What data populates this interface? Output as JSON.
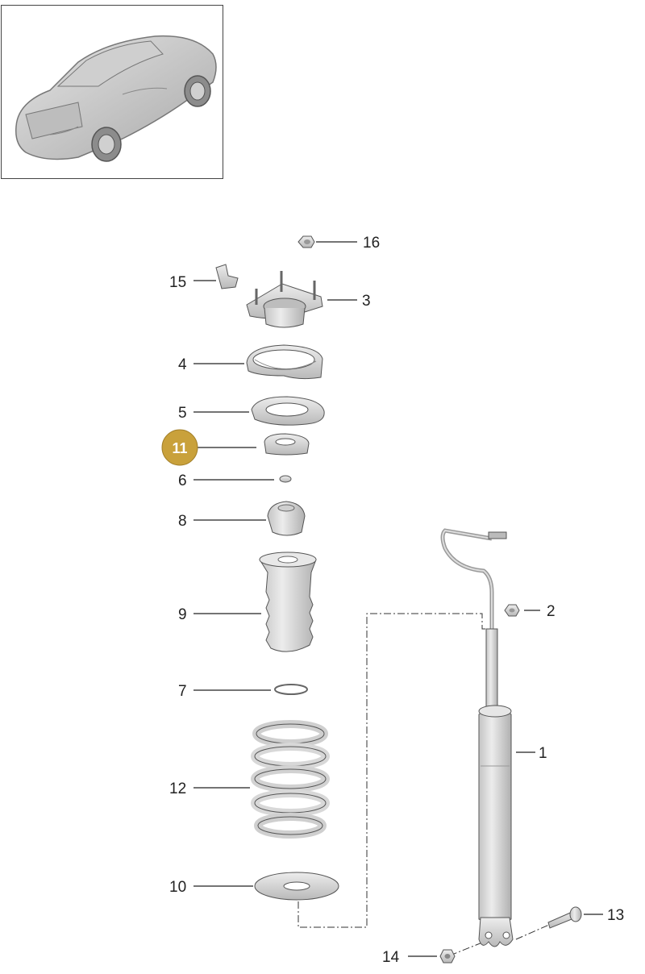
{
  "callouts": {
    "c1": "1",
    "c2": "2",
    "c3": "3",
    "c4": "4",
    "c5": "5",
    "c6": "6",
    "c7": "7",
    "c8": "8",
    "c9": "9",
    "c10": "10",
    "c11": "11",
    "c12": "12",
    "c13": "13",
    "c14": "14",
    "c15": "15",
    "c16": "16"
  },
  "highlighted_part": "11",
  "colors": {
    "highlight_fill": "#c9a13b",
    "part_fill": "#d8d8d8",
    "outline": "#555555"
  }
}
